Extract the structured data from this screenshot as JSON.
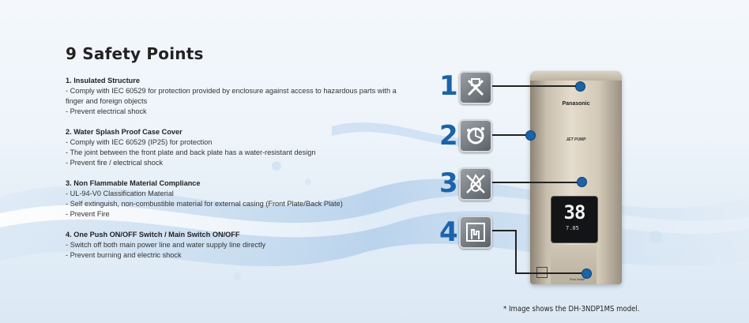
{
  "title": "9 Safety Points",
  "points": [
    {
      "heading": "1. Insulated Structure",
      "lines": [
        "- Comply with IEC 60529 for protection provided by enclosure against access to hazardous parts with a",
        "finger and foreign objects",
        "- Prevent electrical shock"
      ]
    },
    {
      "heading": "2. Water Splash Proof Case Cover",
      "lines": [
        "- Comply with IEC 60529 (IP25) for protection",
        "- The joint between the front plate and back plate has a water-resistant design",
        "- Prevent fire / electrical shock"
      ]
    },
    {
      "heading": "3. Non Flammable Material Compliance",
      "lines": [
        "- UL-94-V0 Classification Material",
        "- Self extinguish, non-combustible material for external casing (Front Plate/Back Plate)",
        "- Prevent Fire"
      ]
    },
    {
      "heading": "4. One Push ON/OFF Switch / Main Switch ON/OFF",
      "lines": [
        "- Switch off both main power line and water supply line directly",
        "- Prevent burning and electric shock"
      ]
    }
  ],
  "callouts": [
    {
      "number": "1",
      "icon": "finger-guard-icon"
    },
    {
      "number": "2",
      "icon": "water-splash-icon"
    },
    {
      "number": "3",
      "icon": "no-fire-icon"
    },
    {
      "number": "4",
      "icon": "push-switch-icon"
    }
  ],
  "heater": {
    "brand": "Panasonic",
    "label": "JET PUMP",
    "temperature": "38",
    "flow": "7.05",
    "switch_label": "Push Switch"
  },
  "footnote": "* Image shows the DH-3NDP1MS model.",
  "colors": {
    "accent": "#1c63a8",
    "title": "#222222",
    "text": "#333333"
  }
}
